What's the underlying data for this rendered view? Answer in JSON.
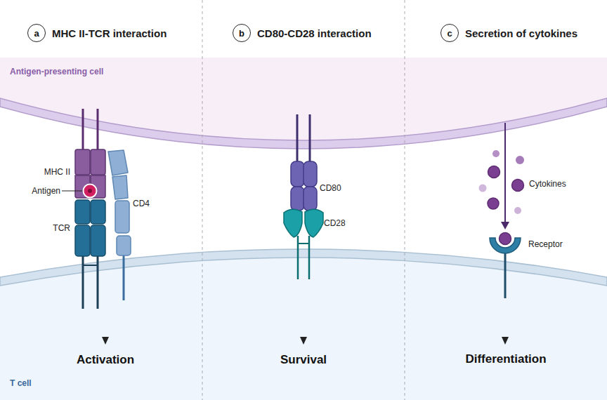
{
  "diagram": {
    "nodes": [
      {
        "text": [
          "a",
          "MHC II-TCR interaction"
        ]
      },
      {
        "text": [
          "b",
          "CD80-CD28 interaction"
        ]
      },
      {
        "text": [
          "c",
          "Secretion of cytokines"
        ]
      },
      {
        "text": [
          "Antigen-presenting cell"
        ]
      },
      {
        "text": [
          "T cell"
        ]
      }
    ],
    "labels": [
      "MHC II",
      "Antigen",
      "CD4",
      "TCR",
      "Activation",
      "CD80",
      "CD28",
      "Survival",
      "Cytokines",
      "Receptor",
      "Differentiation"
    ]
  }
}
